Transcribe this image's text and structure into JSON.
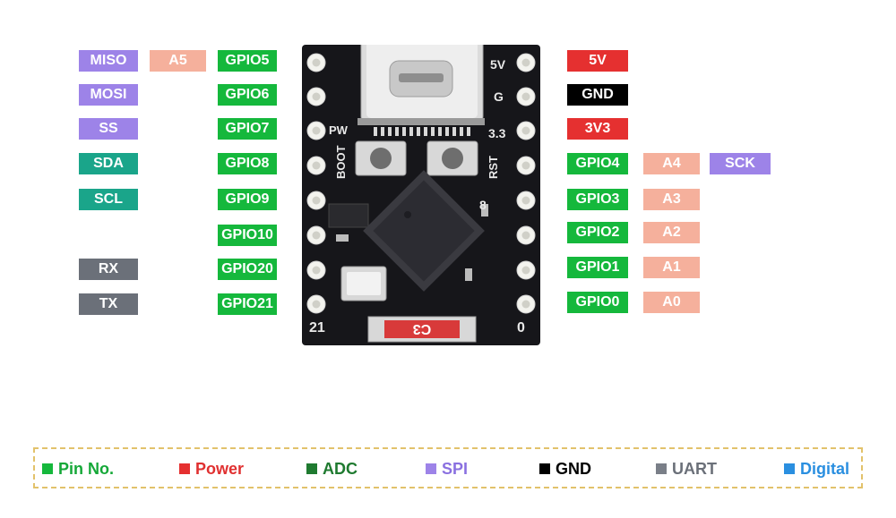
{
  "left_pins": [
    {
      "pin": "GPIO5",
      "functions": [
        {
          "text": "MISO",
          "kind": "spi"
        },
        {
          "text": "A5",
          "kind": "adc"
        }
      ]
    },
    {
      "pin": "GPIO6",
      "functions": [
        {
          "text": "MOSI",
          "kind": "spi"
        }
      ]
    },
    {
      "pin": "GPIO7",
      "functions": [
        {
          "text": "SS",
          "kind": "spi"
        }
      ]
    },
    {
      "pin": "GPIO8",
      "functions": [
        {
          "text": "SDA",
          "kind": "i2c"
        }
      ]
    },
    {
      "pin": "GPIO9",
      "functions": [
        {
          "text": "SCL",
          "kind": "i2c"
        }
      ]
    },
    {
      "pin": "GPIO10",
      "functions": []
    },
    {
      "pin": "GPIO20",
      "functions": [
        {
          "text": "RX",
          "kind": "uart"
        }
      ]
    },
    {
      "pin": "GPIO21",
      "functions": [
        {
          "text": "TX",
          "kind": "uart"
        }
      ]
    }
  ],
  "right_pins": [
    {
      "pin": "5V",
      "kind": "power",
      "functions": []
    },
    {
      "pin": "GND",
      "kind": "gnd",
      "functions": []
    },
    {
      "pin": "3V3",
      "kind": "power",
      "functions": []
    },
    {
      "pin": "GPIO4",
      "kind": "gpio",
      "functions": [
        {
          "text": "A4",
          "kind": "adc"
        },
        {
          "text": "SCK",
          "kind": "spi"
        }
      ]
    },
    {
      "pin": "GPIO3",
      "kind": "gpio",
      "functions": [
        {
          "text": "A3",
          "kind": "adc"
        }
      ]
    },
    {
      "pin": "GPIO2",
      "kind": "gpio",
      "functions": [
        {
          "text": "A2",
          "kind": "adc"
        }
      ]
    },
    {
      "pin": "GPIO1",
      "kind": "gpio",
      "functions": [
        {
          "text": "A1",
          "kind": "adc"
        }
      ]
    },
    {
      "pin": "GPIO0",
      "kind": "gpio",
      "functions": [
        {
          "text": "A0",
          "kind": "adc"
        }
      ]
    }
  ],
  "board": {
    "silk_5v": "5V",
    "silk_g": "G",
    "silk_pw": "PW",
    "silk_33": "3.3",
    "silk_boot": "BOOT",
    "silk_rst": "RST",
    "silk_8": "8",
    "silk_21": "21",
    "silk_0": "0",
    "chip_label": "C3"
  },
  "legend": [
    {
      "label": "Pin No.",
      "color": "#15b83c",
      "text_color": "#15a838"
    },
    {
      "label": "Power",
      "color": "#e53030",
      "text_color": "#e03030"
    },
    {
      "label": "ADC",
      "color": "#1f7a30",
      "text_color": "#1f7a30"
    },
    {
      "label": "SPI",
      "color": "#9d83e8",
      "text_color": "#8a70e0"
    },
    {
      "label": "GND",
      "color": "#000000",
      "text_color": "#000000"
    },
    {
      "label": "UART",
      "color": "#7a7f88",
      "text_color": "#6b7079"
    },
    {
      "label": "Digital",
      "color": "#2a8fe0",
      "text_color": "#2a8fe0"
    }
  ]
}
